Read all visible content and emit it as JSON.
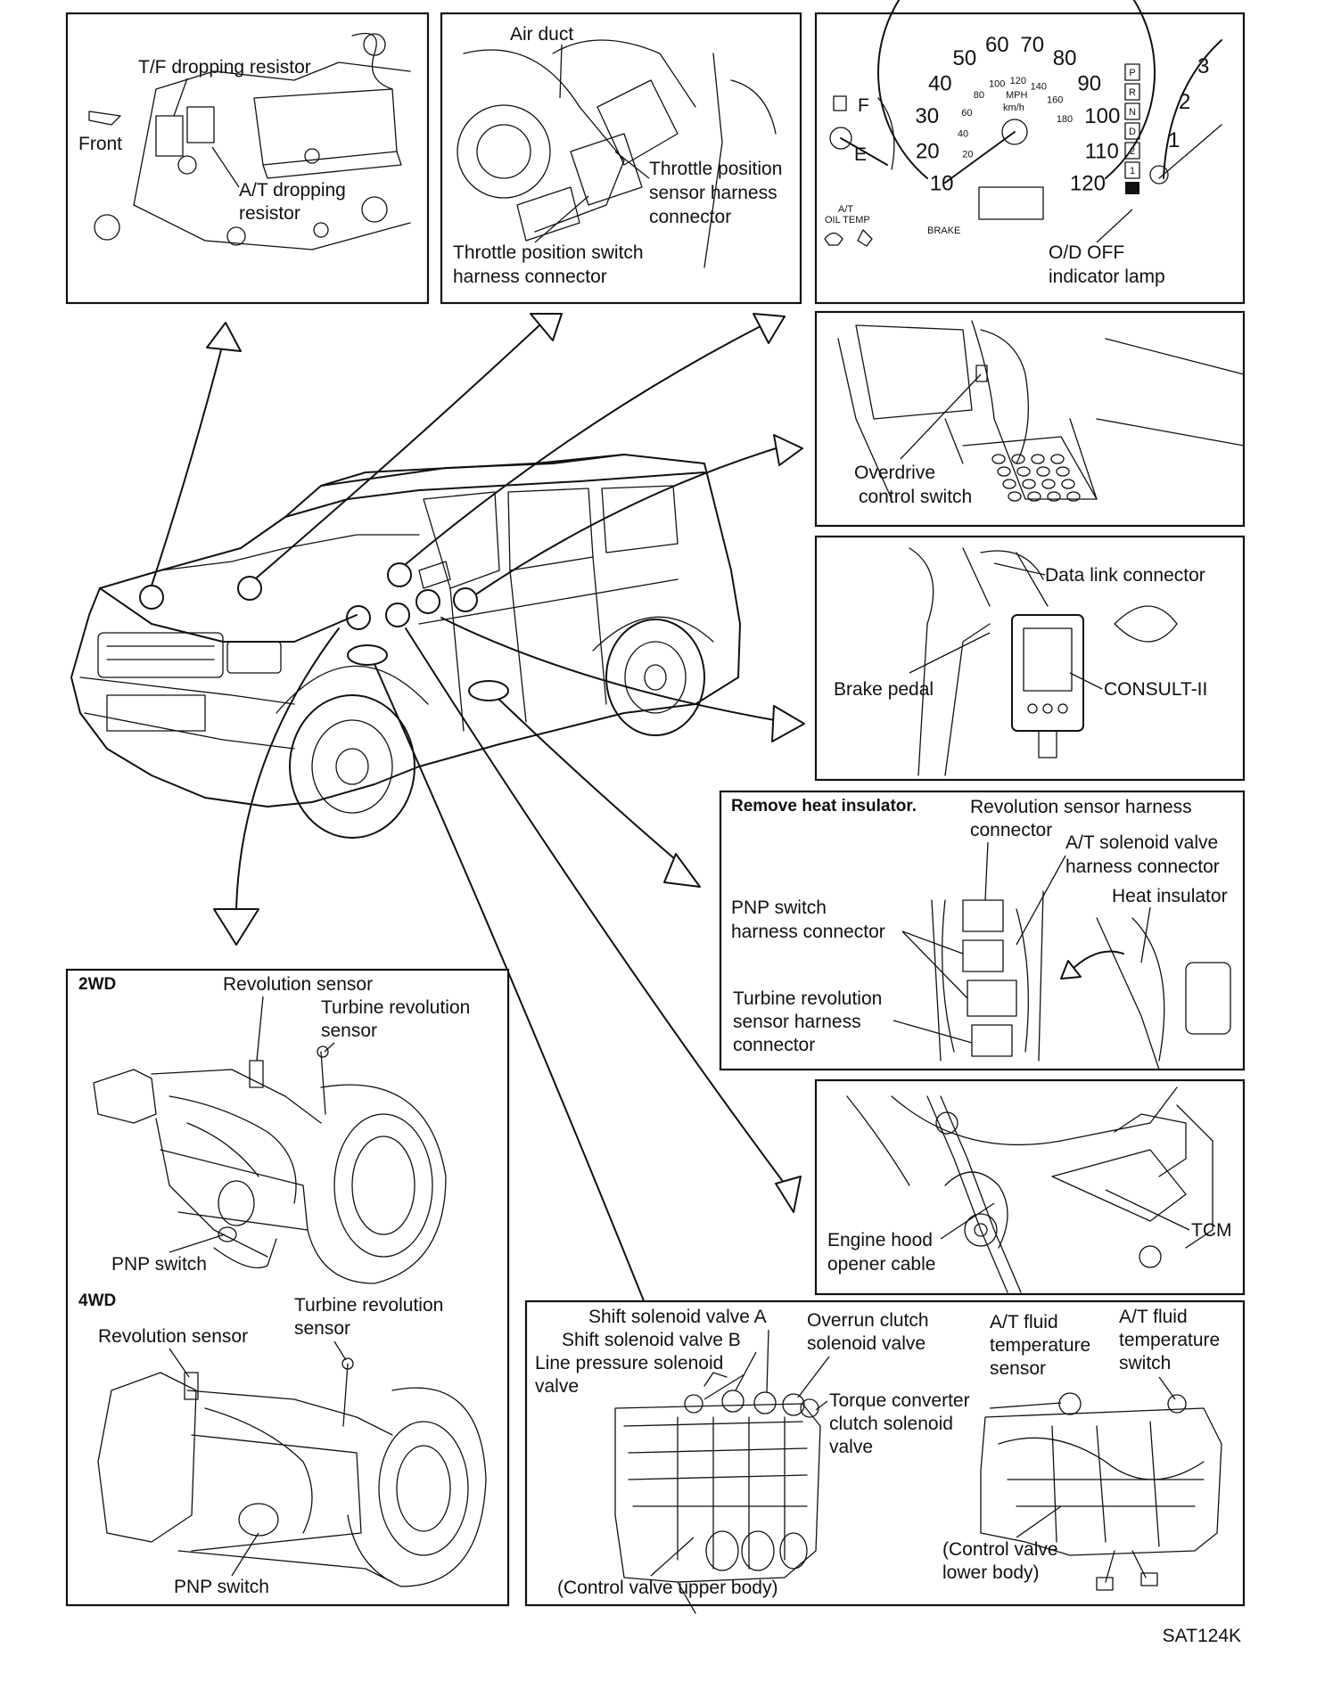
{
  "diagram": {
    "figure_code": "SAT124K",
    "panels": {
      "dropping_resistors": {
        "labels": [
          "T/F dropping resistor",
          "Front",
          "A/T dropping",
          "resistor"
        ]
      },
      "throttle_position": {
        "labels": [
          "Air duct",
          "Throttle position",
          "sensor harness",
          "connector",
          "Throttle position switch",
          "harness connector"
        ]
      },
      "instrument_cluster": {
        "speed_ticks": [
          "10",
          "20",
          "30",
          "40",
          "50",
          "60",
          "70",
          "80",
          "90",
          "100",
          "110",
          "120"
        ],
        "kmh_ticks": [
          "20",
          "40",
          "60",
          "80",
          "100",
          "120",
          "140",
          "160",
          "180"
        ],
        "units": [
          "MPH",
          "km/h"
        ],
        "fuel_labels": [
          "F",
          "E"
        ],
        "tach_ticks": [
          "1",
          "2",
          "3"
        ],
        "gear_positions": [
          "P",
          "R",
          "N",
          "D",
          "2",
          "1"
        ],
        "small_labels": [
          "A/T",
          "OIL TEMP",
          "BRAKE"
        ],
        "labels": [
          "O/D OFF",
          "indicator lamp"
        ]
      },
      "overdrive_switch": {
        "labels": [
          "Overdrive",
          "control switch"
        ]
      },
      "data_link": {
        "labels": [
          "Data link connector",
          "Brake pedal",
          "CONSULT-II"
        ]
      },
      "revolution_connectors": {
        "heading": "Remove heat insulator.",
        "labels": [
          "Revolution sensor harness",
          "connector",
          "A/T solenoid valve",
          "harness connector",
          "Heat insulator",
          "PNP switch",
          "harness connector",
          "Turbine revolution",
          "sensor  harness",
          "connector"
        ]
      },
      "tcm": {
        "labels": [
          "Engine hood",
          "opener cable",
          "TCM"
        ]
      },
      "transmissions": {
        "heading_2wd": "2WD",
        "heading_4wd": "4WD",
        "labels_2wd": [
          "Revolution sensor",
          "Turbine revolution",
          "sensor",
          "PNP switch"
        ],
        "labels_4wd": [
          "Revolution sensor",
          "Turbine revolution",
          "sensor",
          "PNP switch"
        ]
      },
      "control_valve": {
        "labels": [
          "Shift solenoid valve A",
          "Shift solenoid valve B",
          "Line pressure solenoid",
          "valve",
          "Overrun clutch",
          "solenoid valve",
          "Torque converter",
          "clutch solenoid",
          "valve",
          "(Control valve upper body)",
          "A/T fluid",
          "temperature",
          "sensor",
          "A/T fluid",
          "temperature",
          "switch",
          "(Control valve",
          "lower body)"
        ]
      }
    }
  }
}
